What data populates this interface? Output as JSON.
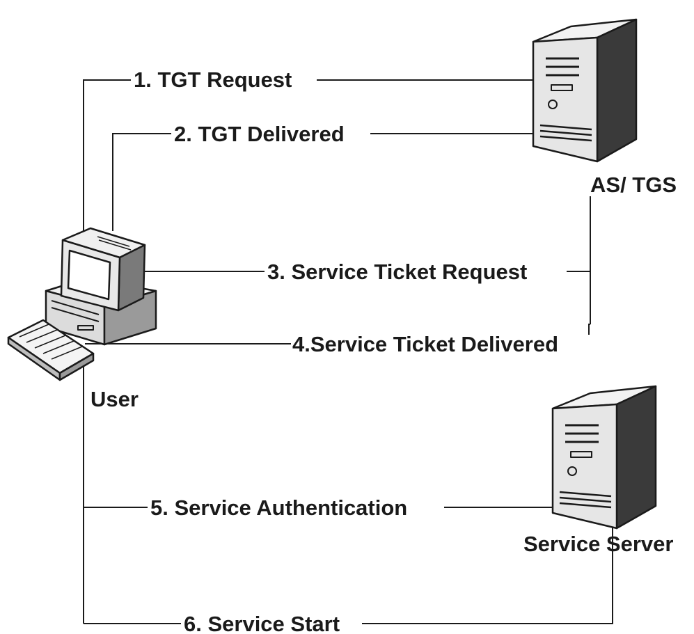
{
  "nodes": {
    "user": {
      "label": "User"
    },
    "as_tgs": {
      "label": "AS/ TGS"
    },
    "service_server": {
      "label": "Service Server"
    }
  },
  "steps": [
    {
      "label": "1. TGT Request"
    },
    {
      "label": "2. TGT Delivered"
    },
    {
      "label": "3. Service Ticket Request"
    },
    {
      "label": "4.Service Ticket Delivered"
    },
    {
      "label": "5. Service Authentication"
    },
    {
      "label": "6. Service Start"
    }
  ]
}
